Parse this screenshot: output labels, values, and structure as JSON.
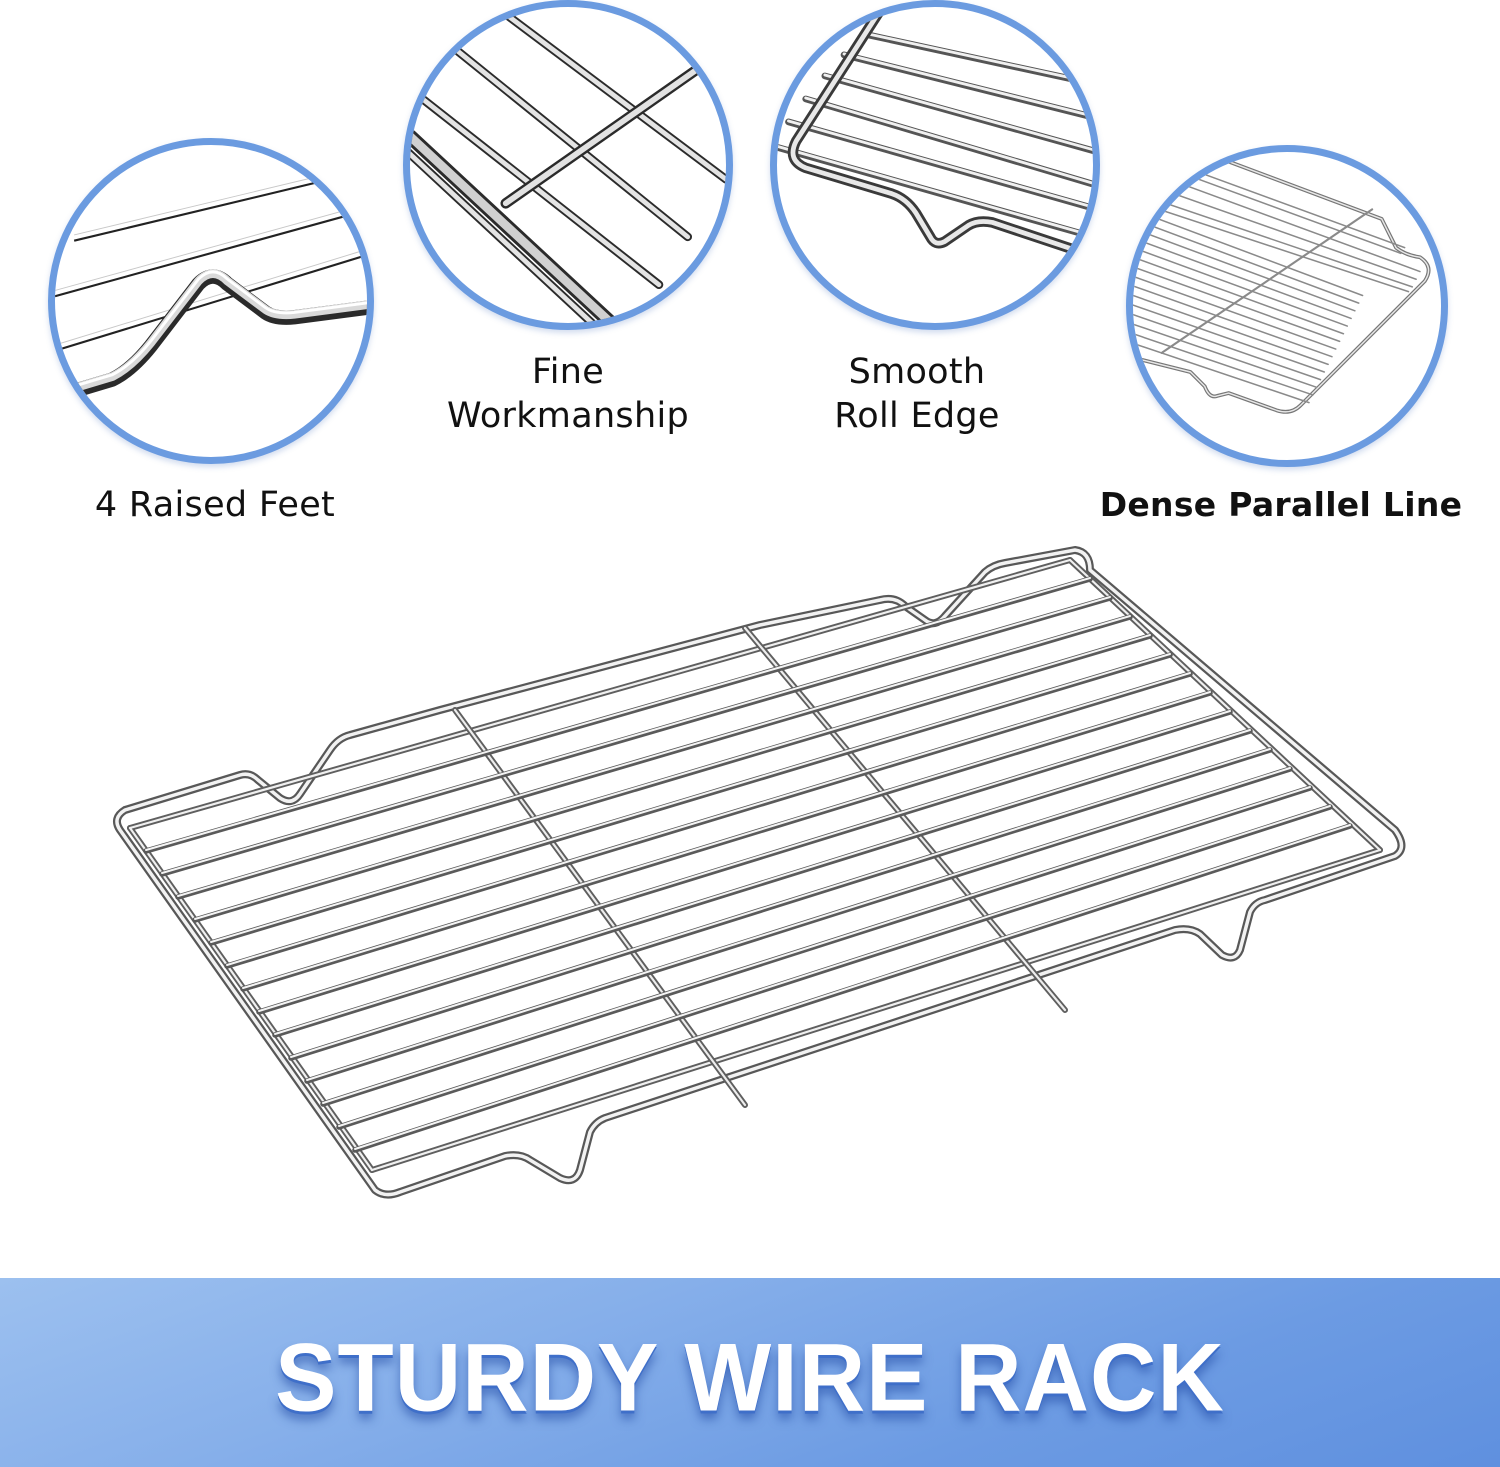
{
  "features": [
    {
      "id": "raised-feet",
      "label": "4 Raised Feet",
      "icon": "raised-feet-closeup"
    },
    {
      "id": "fine-workmanship",
      "label_line1": "Fine",
      "label_line2": "Workmanship",
      "icon": "weld-joint-closeup"
    },
    {
      "id": "smooth-roll-edge",
      "label_line1": "Smooth",
      "label_line2": "Roll Edge",
      "icon": "rolled-edge-closeup"
    },
    {
      "id": "dense-parallel-line",
      "label": "Dense Parallel Line",
      "icon": "dense-grid-closeup"
    }
  ],
  "main_image": {
    "subject": "stainless-steel-wire-cooling-rack",
    "wire_count": 15
  },
  "banner": {
    "title": "STURDY WIRE RACK"
  },
  "colors": {
    "circle_border": "#6b9be0",
    "banner_light": "#9cc0ef",
    "banner_dark": "#5f90df",
    "banner_text": "#ffffff",
    "label_text": "#111111",
    "wire": "#9a9a9a"
  }
}
